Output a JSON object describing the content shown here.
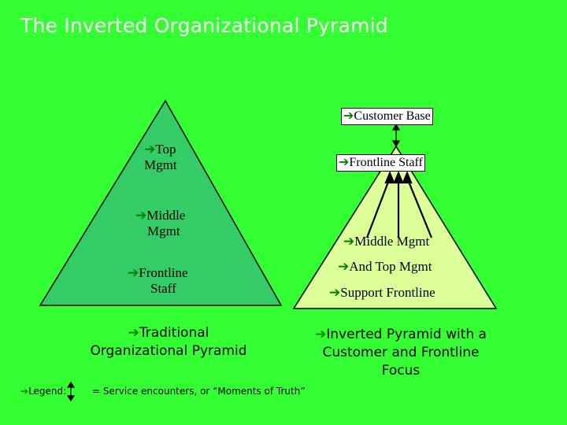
{
  "title": "The Inverted Organizational Pyramid",
  "arrow_glyph": "➔",
  "colors": {
    "background": "#33ff33",
    "traditional_pyramid_fill": "#33cc66",
    "inverted_pyramid_fill": "#ddff99",
    "arrow": "#008000",
    "title_text": "#ffffff"
  },
  "traditional": {
    "levels": [
      {
        "line1": "Top",
        "line2": "Mgmt"
      },
      {
        "line1": "Middle",
        "line2": "Mgmt"
      },
      {
        "line1": "Frontline",
        "line2": "Staff"
      }
    ],
    "caption_line1": "Traditional",
    "caption_line2": "Organizational Pyramid"
  },
  "inverted": {
    "customer_base": "Customer Base",
    "frontline_staff": "Frontline Staff",
    "middle_mgmt": "Middle Mgmt",
    "and_top_mgmt": "And Top Mgmt",
    "support_frontline": "Support Frontline",
    "caption_line1": "Inverted Pyramid with a",
    "caption_line2": "Customer and Frontline",
    "caption_line3": "Focus"
  },
  "legend": {
    "label": "Legend:",
    "description": "= Service encounters, or “Moments of Truth”"
  }
}
